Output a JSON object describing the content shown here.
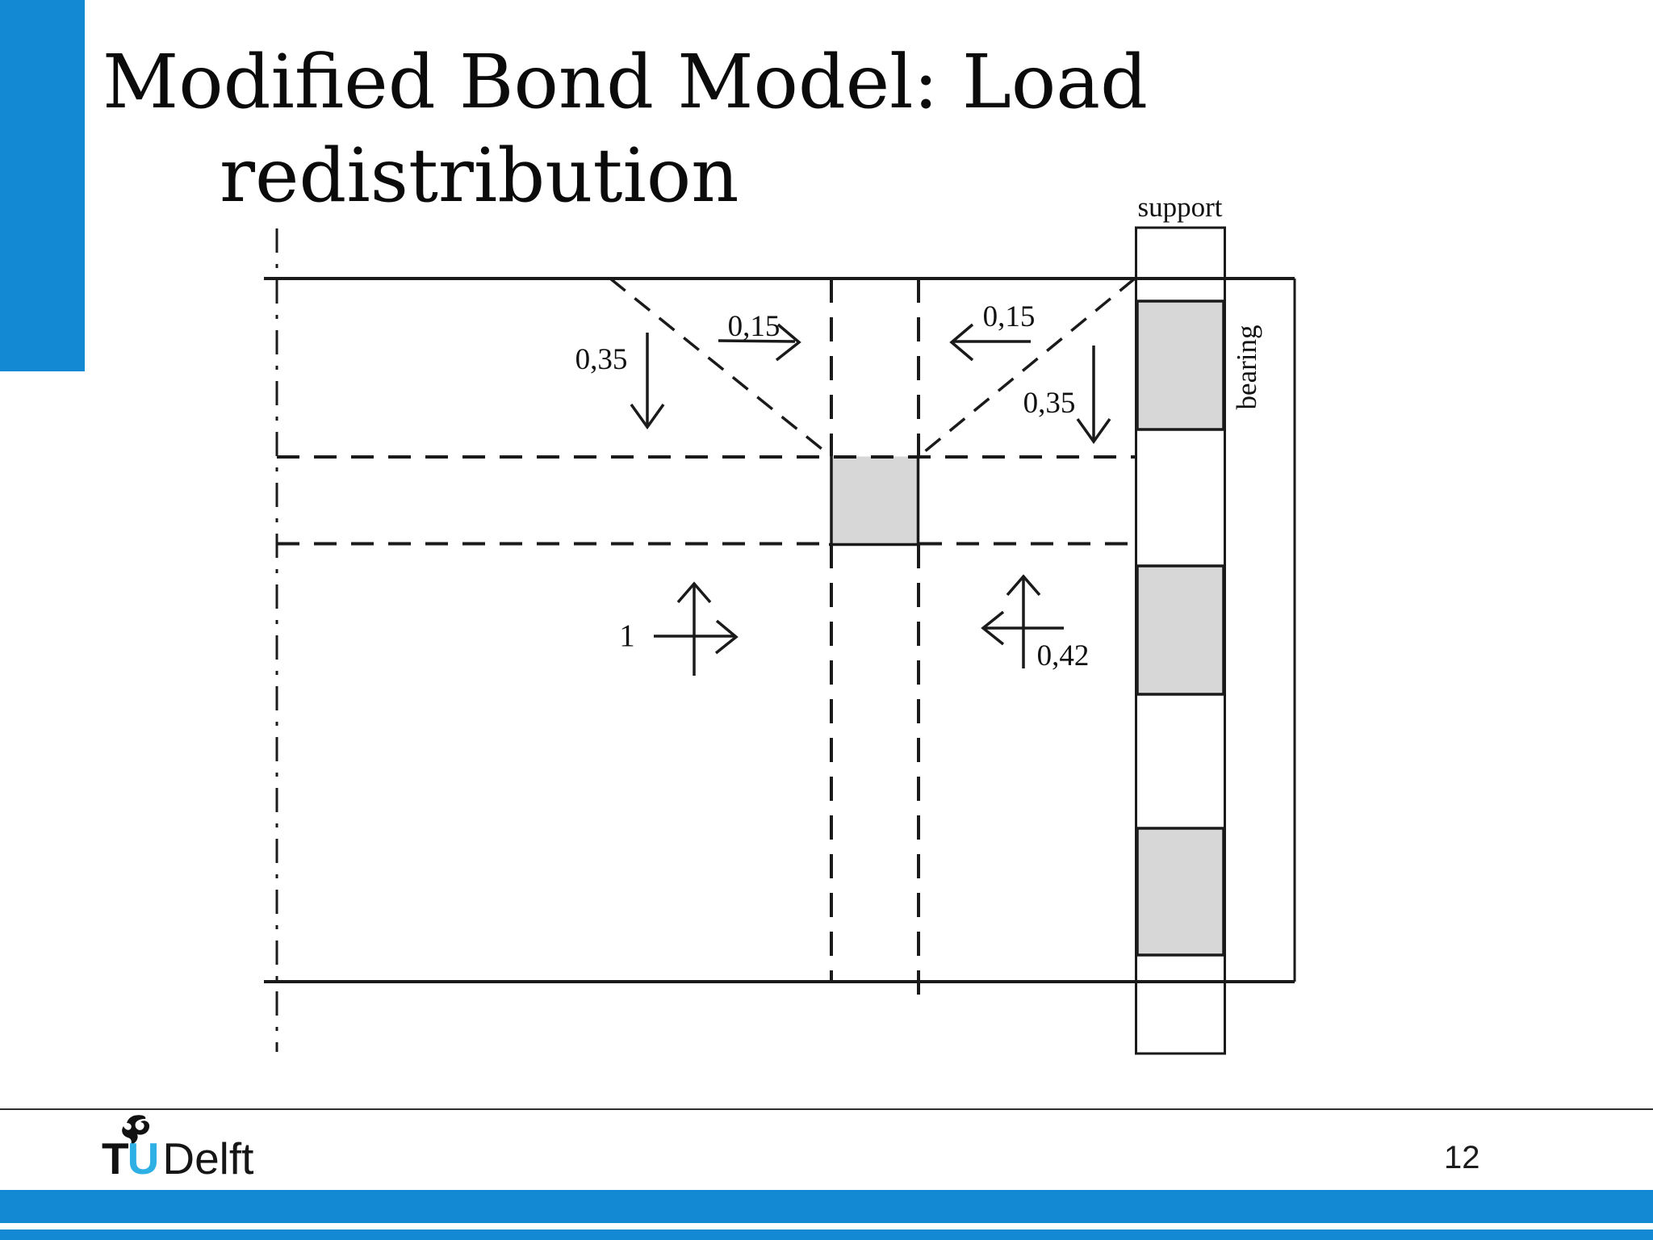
{
  "slide": {
    "title_line1": "Modified Bond Model: Load",
    "title_line2": "redistribution",
    "accent_blue": "#1389d3"
  },
  "diagram": {
    "support_label": "support",
    "bearing_label": "bearing",
    "left_load_down": "0,35",
    "left_load_right": "0,15",
    "right_load_left": "0,15",
    "right_load_down": "0,35",
    "unit_load": "1",
    "reaction": "0,42",
    "fill_gray": "#d7d7d7",
    "line_color": "#1a1a1a"
  },
  "footer": {
    "logo_tu": "TU",
    "logo_delft": "Delft",
    "logo_cyan": "#2fb0e5",
    "page_number": "12"
  }
}
